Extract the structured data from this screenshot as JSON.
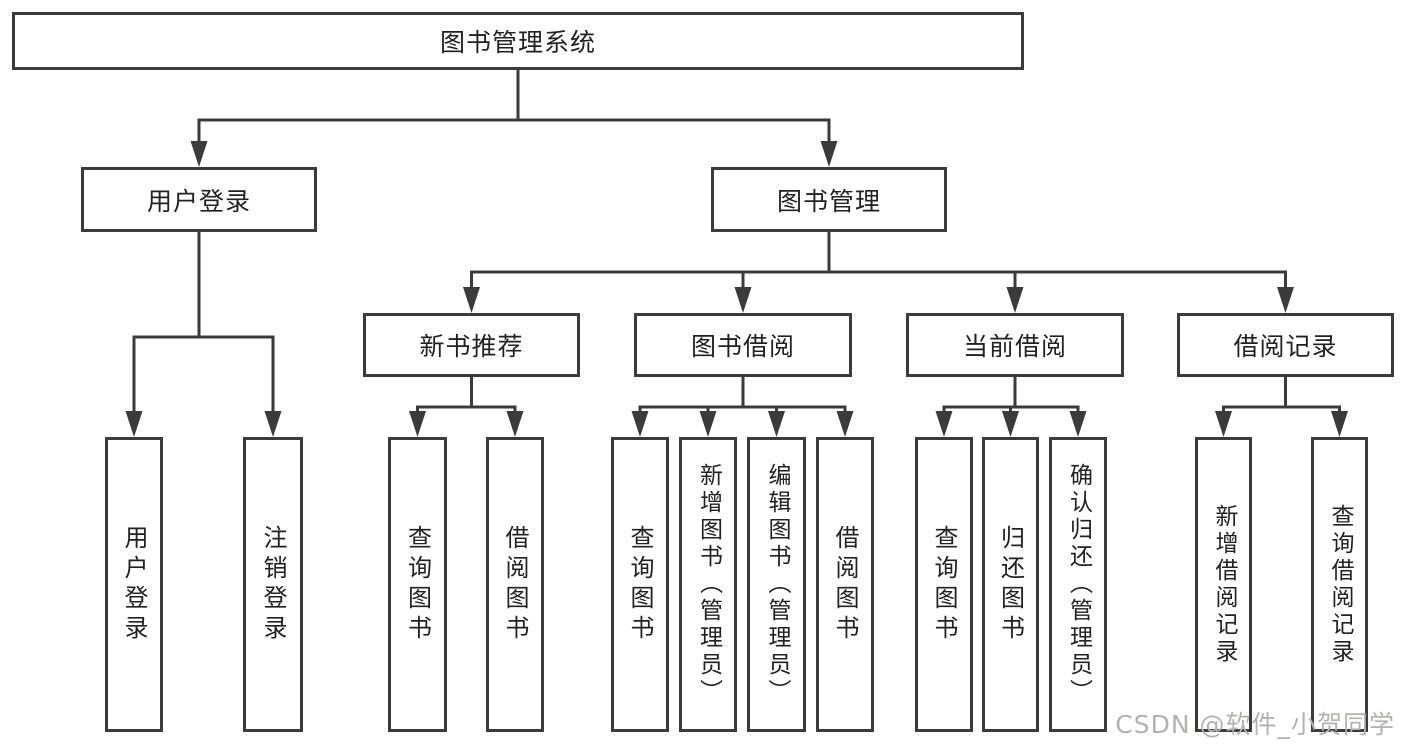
{
  "watermark": "CSDN @软件_小贺同学",
  "colors": {
    "line": "#3b3b3b",
    "box_border": "#3b3b3b",
    "text": "#222222",
    "watermark_text": "#b5b1ac",
    "background": "#ffffff"
  },
  "tree": {
    "id": "root",
    "label": "图书管理系统",
    "children": [
      {
        "id": "user-login",
        "label": "用户登录",
        "children": [
          {
            "id": "login",
            "label": "用户登录"
          },
          {
            "id": "logout",
            "label": "注销登录"
          }
        ]
      },
      {
        "id": "book-mgmt",
        "label": "图书管理",
        "children": [
          {
            "id": "new-books",
            "label": "新书推荐",
            "children": [
              {
                "id": "nb-search",
                "label": "查询图书"
              },
              {
                "id": "nb-borrow",
                "label": "借阅图书"
              }
            ]
          },
          {
            "id": "borrowing",
            "label": "图书借阅",
            "children": [
              {
                "id": "bw-search",
                "label": "查询图书"
              },
              {
                "id": "bw-add",
                "label": "新增图书（管理员）"
              },
              {
                "id": "bw-edit",
                "label": "编辑图书（管理员）"
              },
              {
                "id": "bw-borrow",
                "label": "借阅图书"
              }
            ]
          },
          {
            "id": "current",
            "label": "当前借阅",
            "children": [
              {
                "id": "cu-search",
                "label": "查询图书"
              },
              {
                "id": "cu-return",
                "label": "归还图书"
              },
              {
                "id": "cu-confirm",
                "label": "确认归还（管理员）"
              }
            ]
          },
          {
            "id": "records",
            "label": "借阅记录",
            "children": [
              {
                "id": "rc-add",
                "label": "新增借阅记录"
              },
              {
                "id": "rc-search",
                "label": "查询借阅记录"
              }
            ]
          }
        ]
      }
    ]
  }
}
